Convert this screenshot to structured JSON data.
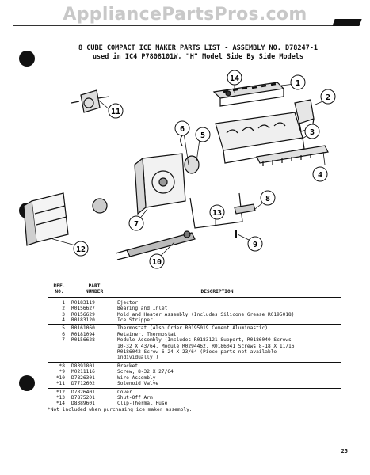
{
  "watermark": "AppliancePartsPros.com",
  "header": {
    "title_line1": "8 CUBE COMPACT ICE MAKER PARTS LIST - ASSEMBLY NO. D78247-1",
    "title_line2": "used in IC4  P7808101W, \"H\" Model Side By Side Models"
  },
  "diagram": {
    "callouts": [
      "1",
      "2",
      "3",
      "4",
      "5",
      "6",
      "7",
      "8",
      "9",
      "10",
      "11",
      "12",
      "13",
      "14"
    ]
  },
  "table": {
    "headers": {
      "ref": "REF.\nNO.",
      "part": "PART\nNUMBER",
      "desc": "DESCRIPTION"
    },
    "rows": [
      {
        "ref": "1",
        "part": "R0183119",
        "desc": "Ejector"
      },
      {
        "ref": "2",
        "part": "R0156627",
        "desc": "Bearing and Inlet"
      },
      {
        "ref": "3",
        "part": "R0156629",
        "desc": "Mold and Heater Assembly (Includes Silicone Grease R0195018)"
      },
      {
        "ref": "4",
        "part": "R0183120",
        "desc": "Ice Stripper"
      },
      {
        "ref": "5",
        "part": "R0161060",
        "desc": "Thermostat (Also Order R0195019 Cement Aluminastic)"
      },
      {
        "ref": "6",
        "part": "R0181094",
        "desc": "Retainer, Thermostat"
      },
      {
        "ref": "7",
        "part": "R0156628",
        "desc": "Module Assembly (Includes R0183121 Support, R0186040 Screws\n10-32 X 43/64, Module R0294462, R0186041 Screws 8-18 X 11/16,\nR0186042 Screw 6-24 X 23/64 (Piece parts not available\nindividually.)"
      },
      {
        "ref": "*8",
        "part": "D8391801",
        "desc": "Bracket"
      },
      {
        "ref": "*9",
        "part": "M0211116",
        "desc": "Screw, 8-32 X 27/64"
      },
      {
        "ref": "*10",
        "part": "D7826301",
        "desc": "Wire Assembly"
      },
      {
        "ref": "*11",
        "part": "D7712602",
        "desc": "Solenoid Valve"
      },
      {
        "ref": "*12",
        "part": "D7826401",
        "desc": "Cover"
      },
      {
        "ref": "*13",
        "part": "D7875201",
        "desc": "Shut-Off Arm"
      },
      {
        "ref": "*14",
        "part": "D8389601",
        "desc": "Clip-Thermal Fuse"
      }
    ]
  },
  "footnote": "*Not included when purchasing ice maker assembly.",
  "page_number": "25"
}
